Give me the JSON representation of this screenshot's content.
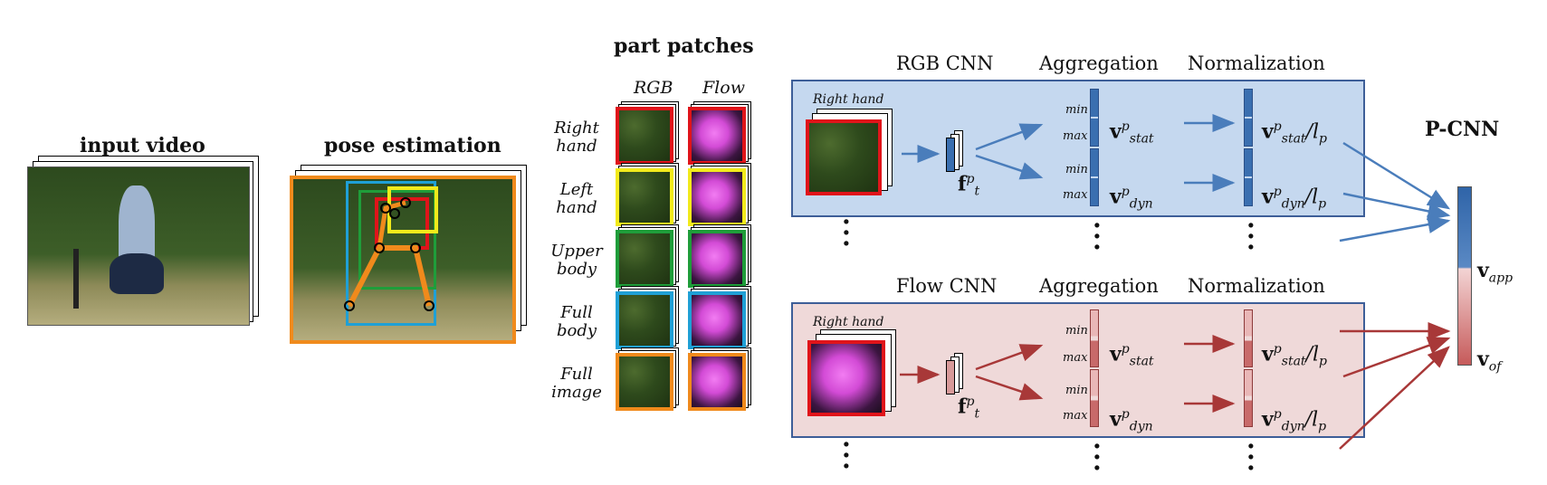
{
  "headers": {
    "input_video": "input video",
    "pose_estimation": "pose estimation",
    "part_patches": "part patches",
    "pcnn": "P-CNN"
  },
  "patch_columns": [
    "RGB",
    "Flow"
  ],
  "parts": [
    {
      "line1": "Right",
      "line2": "hand",
      "color": "#e0141a"
    },
    {
      "line1": "Left",
      "line2": "hand",
      "color": "#f2ea1b"
    },
    {
      "line1": "Upper",
      "line2": "body",
      "color": "#1f9d3a"
    },
    {
      "line1": "Full",
      "line2": "body",
      "color": "#1fa0d6"
    },
    {
      "line1": "Full",
      "line2": "image",
      "color": "#f08a1c"
    }
  ],
  "rgb_branch": {
    "cnn_label": "RGB CNN",
    "aggregation": "Aggregation",
    "normalization": "Normalization",
    "patch_label": "Right hand",
    "feature": {
      "base": "f",
      "sup": "p",
      "sub": "t"
    },
    "min": "min",
    "max": "max",
    "v_stat": {
      "base": "v",
      "sup": "p",
      "sub": "stat"
    },
    "v_dyn": {
      "base": "v",
      "sup": "p",
      "sub": "dyn"
    },
    "v_stat_norm": {
      "base": "v",
      "sup": "p",
      "sub": "stat",
      "tail": "/l",
      "tail_sub": "p"
    },
    "v_dyn_norm": {
      "base": "v",
      "sup": "p",
      "sub": "dyn",
      "tail": "/l",
      "tail_sub": "p"
    },
    "panel_color": "#c5d8ef",
    "arrow_color": "#4a7dbb",
    "bar_color": "#3a6fb0"
  },
  "flow_branch": {
    "cnn_label": "Flow CNN",
    "aggregation": "Aggregation",
    "normalization": "Normalization",
    "patch_label": "Right hand",
    "feature": {
      "base": "f",
      "sup": "p",
      "sub": "t"
    },
    "min": "min",
    "max": "max",
    "v_stat": {
      "base": "v",
      "sup": "p",
      "sub": "stat"
    },
    "v_dyn": {
      "base": "v",
      "sup": "p",
      "sub": "dyn"
    },
    "v_stat_norm": {
      "base": "v",
      "sup": "p",
      "sub": "stat",
      "tail": "/l",
      "tail_sub": "p"
    },
    "v_dyn_norm": {
      "base": "v",
      "sup": "p",
      "sub": "dyn",
      "tail": "/l",
      "tail_sub": "p"
    },
    "panel_color": "#efd9d9",
    "arrow_color": "#a83838",
    "bar_color": "#c86a6a"
  },
  "output": {
    "v_app": {
      "base": "v",
      "sub": "app"
    },
    "v_of": {
      "base": "v",
      "sub": "of"
    }
  }
}
